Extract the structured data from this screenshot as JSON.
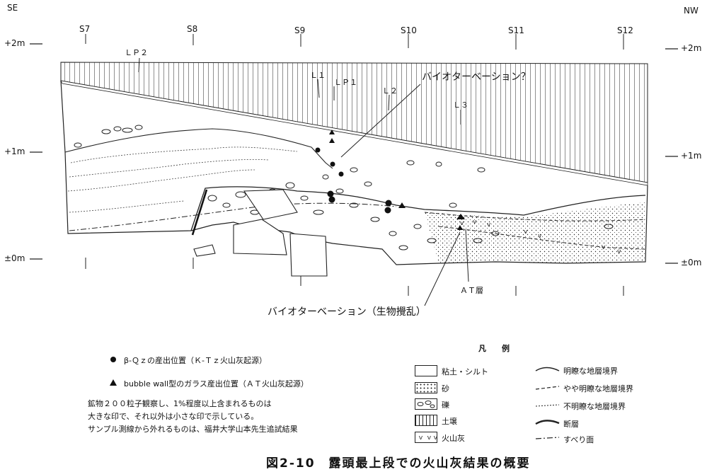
{
  "directions": {
    "left": "SE",
    "right": "NW"
  },
  "stations": [
    "S7",
    "S8",
    "S9",
    "S10",
    "S11",
    "S12"
  ],
  "elevations": {
    "left": [
      "+2m",
      "+1m",
      "±0m"
    ],
    "right": [
      "+2m",
      "+1m",
      "±0m"
    ]
  },
  "layer_labels": {
    "lp2": "ＬＰ２",
    "l1": "Ｌ１",
    "lp1": "ＬＰ１",
    "l2": "Ｌ２",
    "l3": "Ｌ３"
  },
  "annotations": {
    "bioturbation_q": "バイオターベーション？",
    "at_layer": "ＡＴ層",
    "bioturbation": "バイオターベーション（生物攪乱）"
  },
  "notes": {
    "circle": "β-Ｑｚの産出位置（Ｋ-Ｔｚ火山灰起源）",
    "triangle": "bubble wall型のガラス産出位置（ＡＴ火山灰起源）",
    "line1": "鉱物２００粒子観察し、1%程度以上含まれるものは",
    "line2": "大きな印で、それ以外は小さな印で示している。",
    "line3": "サンプル測線から外れるものは、福井大学山本先生追試結果"
  },
  "legend": {
    "title": "凡　　例",
    "items": [
      "粘土・シルト",
      "砂",
      "礫",
      "土壌",
      "火山灰",
      "明瞭な地層境界",
      "やや明瞭な地層境界",
      "不明瞭な地層境界",
      "断層",
      "すべり面"
    ],
    "volcanic_symbol": "ｖ ｖｖ"
  },
  "figure_title": "図2-10　露頭最上段での火山灰結果の概要"
}
